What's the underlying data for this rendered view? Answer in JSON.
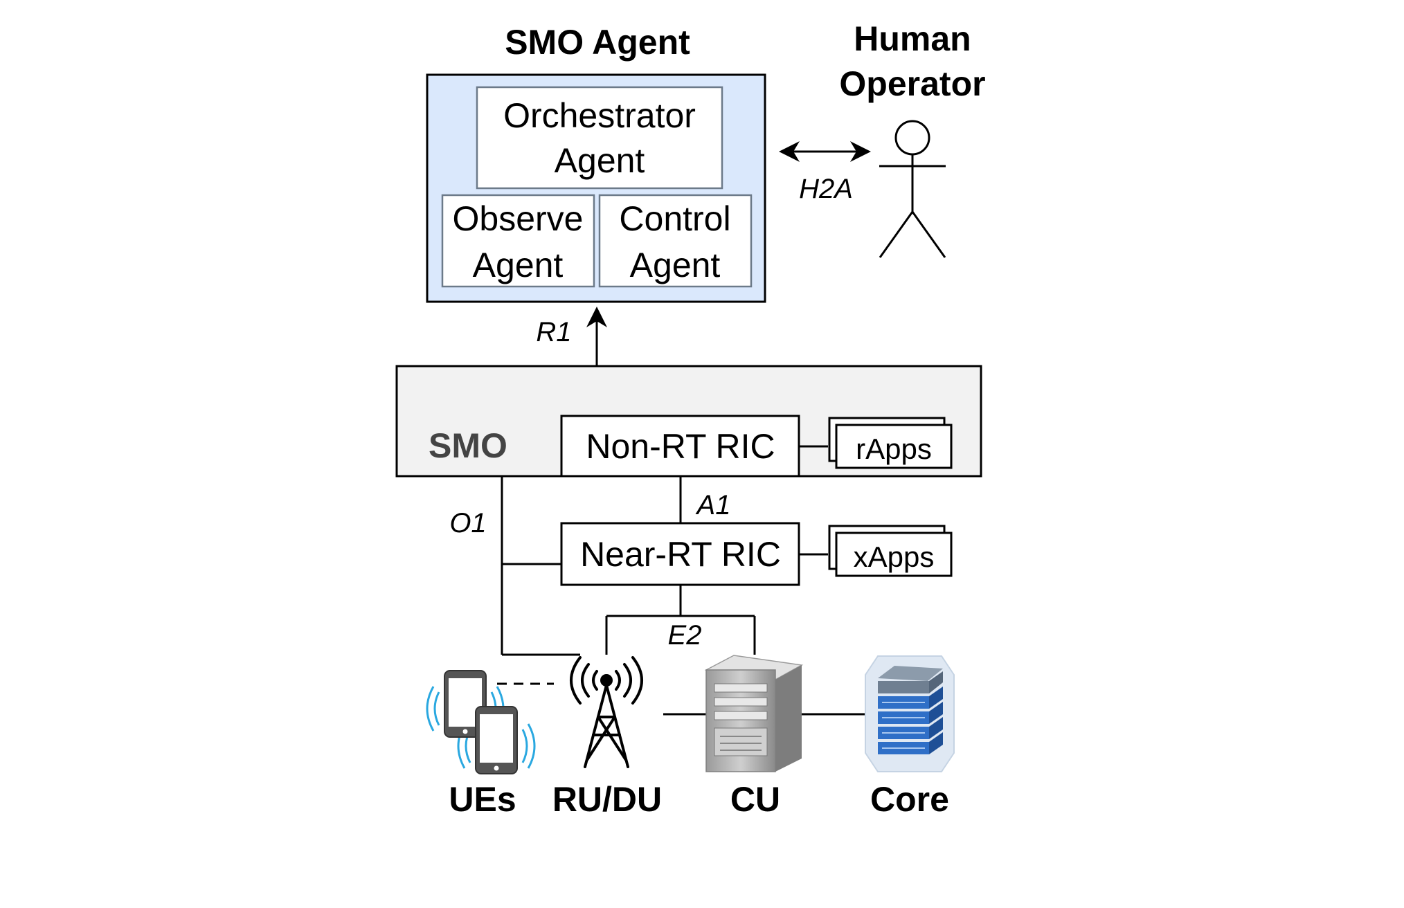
{
  "smo_agent": {
    "title": "SMO Agent",
    "orchestrator": {
      "line1": "Orchestrator",
      "line2": "Agent"
    },
    "observe": {
      "line1": "Observe",
      "line2": "Agent"
    },
    "control": {
      "line1": "Control",
      "line2": "Agent"
    }
  },
  "human_operator": {
    "line1": "Human",
    "line2": "Operator"
  },
  "interfaces": {
    "h2a": "H2A",
    "r1": "R1",
    "a1": "A1",
    "o1": "O1",
    "e2": "E2"
  },
  "smo": {
    "label": "SMO",
    "non_rt_ric": "Non-RT RIC",
    "rapps": "rApps"
  },
  "near_rt_ric": "Near-RT RIC",
  "xapps": "xApps",
  "nodes": {
    "ues": "UEs",
    "ru_du": "RU/DU",
    "cu": "CU",
    "core": "Core"
  },
  "colors": {
    "agent_fill": "#dae8fc",
    "smo_fill": "#f2f2f2",
    "stroke": "#000000",
    "box_border": "#6c7a89",
    "wave": "#2aa8e0"
  }
}
